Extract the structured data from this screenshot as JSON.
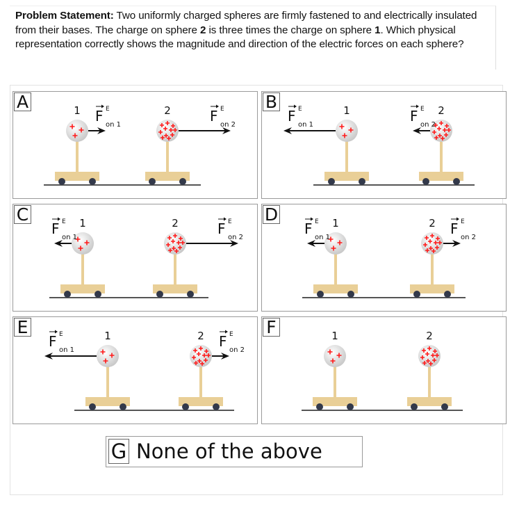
{
  "problem": {
    "label": "Problem Statement:",
    "text_1": " Two uniformly charged spheres are firmly fastened to and electrically insulated from their bases.  The charge on sphere ",
    "sphere2": "2",
    "text_2": " is three times the charge on sphere ",
    "sphere1": "1",
    "text_3": ". Which physical representation correctly shows the magnitude and direction of the electric forces on each sphere?"
  },
  "force_symbol": {
    "main": "F",
    "superscript": "E",
    "sub_1": "on 1",
    "sub_2": "on 2"
  },
  "sphere_labels": [
    "1",
    "2"
  ],
  "colors": {
    "charge": "#ff1a1a",
    "wood": "#e9cf97",
    "wheel": "#33394a",
    "ground": "#555555",
    "arrow": "#111111"
  },
  "options": [
    {
      "letter": "A",
      "force_on_1": {
        "direction": "right",
        "relative_magnitude": 1
      },
      "force_on_2": {
        "direction": "right",
        "relative_magnitude": 3
      }
    },
    {
      "letter": "B",
      "force_on_1": {
        "direction": "left",
        "relative_magnitude": 3
      },
      "force_on_2": {
        "direction": "left",
        "relative_magnitude": 1
      }
    },
    {
      "letter": "C",
      "force_on_1": {
        "direction": "left",
        "relative_magnitude": 1
      },
      "force_on_2": {
        "direction": "right",
        "relative_magnitude": 3
      }
    },
    {
      "letter": "D",
      "force_on_1": {
        "direction": "left",
        "relative_magnitude": 1
      },
      "force_on_2": {
        "direction": "right",
        "relative_magnitude": 1
      }
    },
    {
      "letter": "E",
      "force_on_1": {
        "direction": "left",
        "relative_magnitude": 3
      },
      "force_on_2": {
        "direction": "right",
        "relative_magnitude": 1
      }
    },
    {
      "letter": "F",
      "force_on_1": null,
      "force_on_2": null
    }
  ],
  "option_g": {
    "letter": "G",
    "text": "None of the above"
  }
}
